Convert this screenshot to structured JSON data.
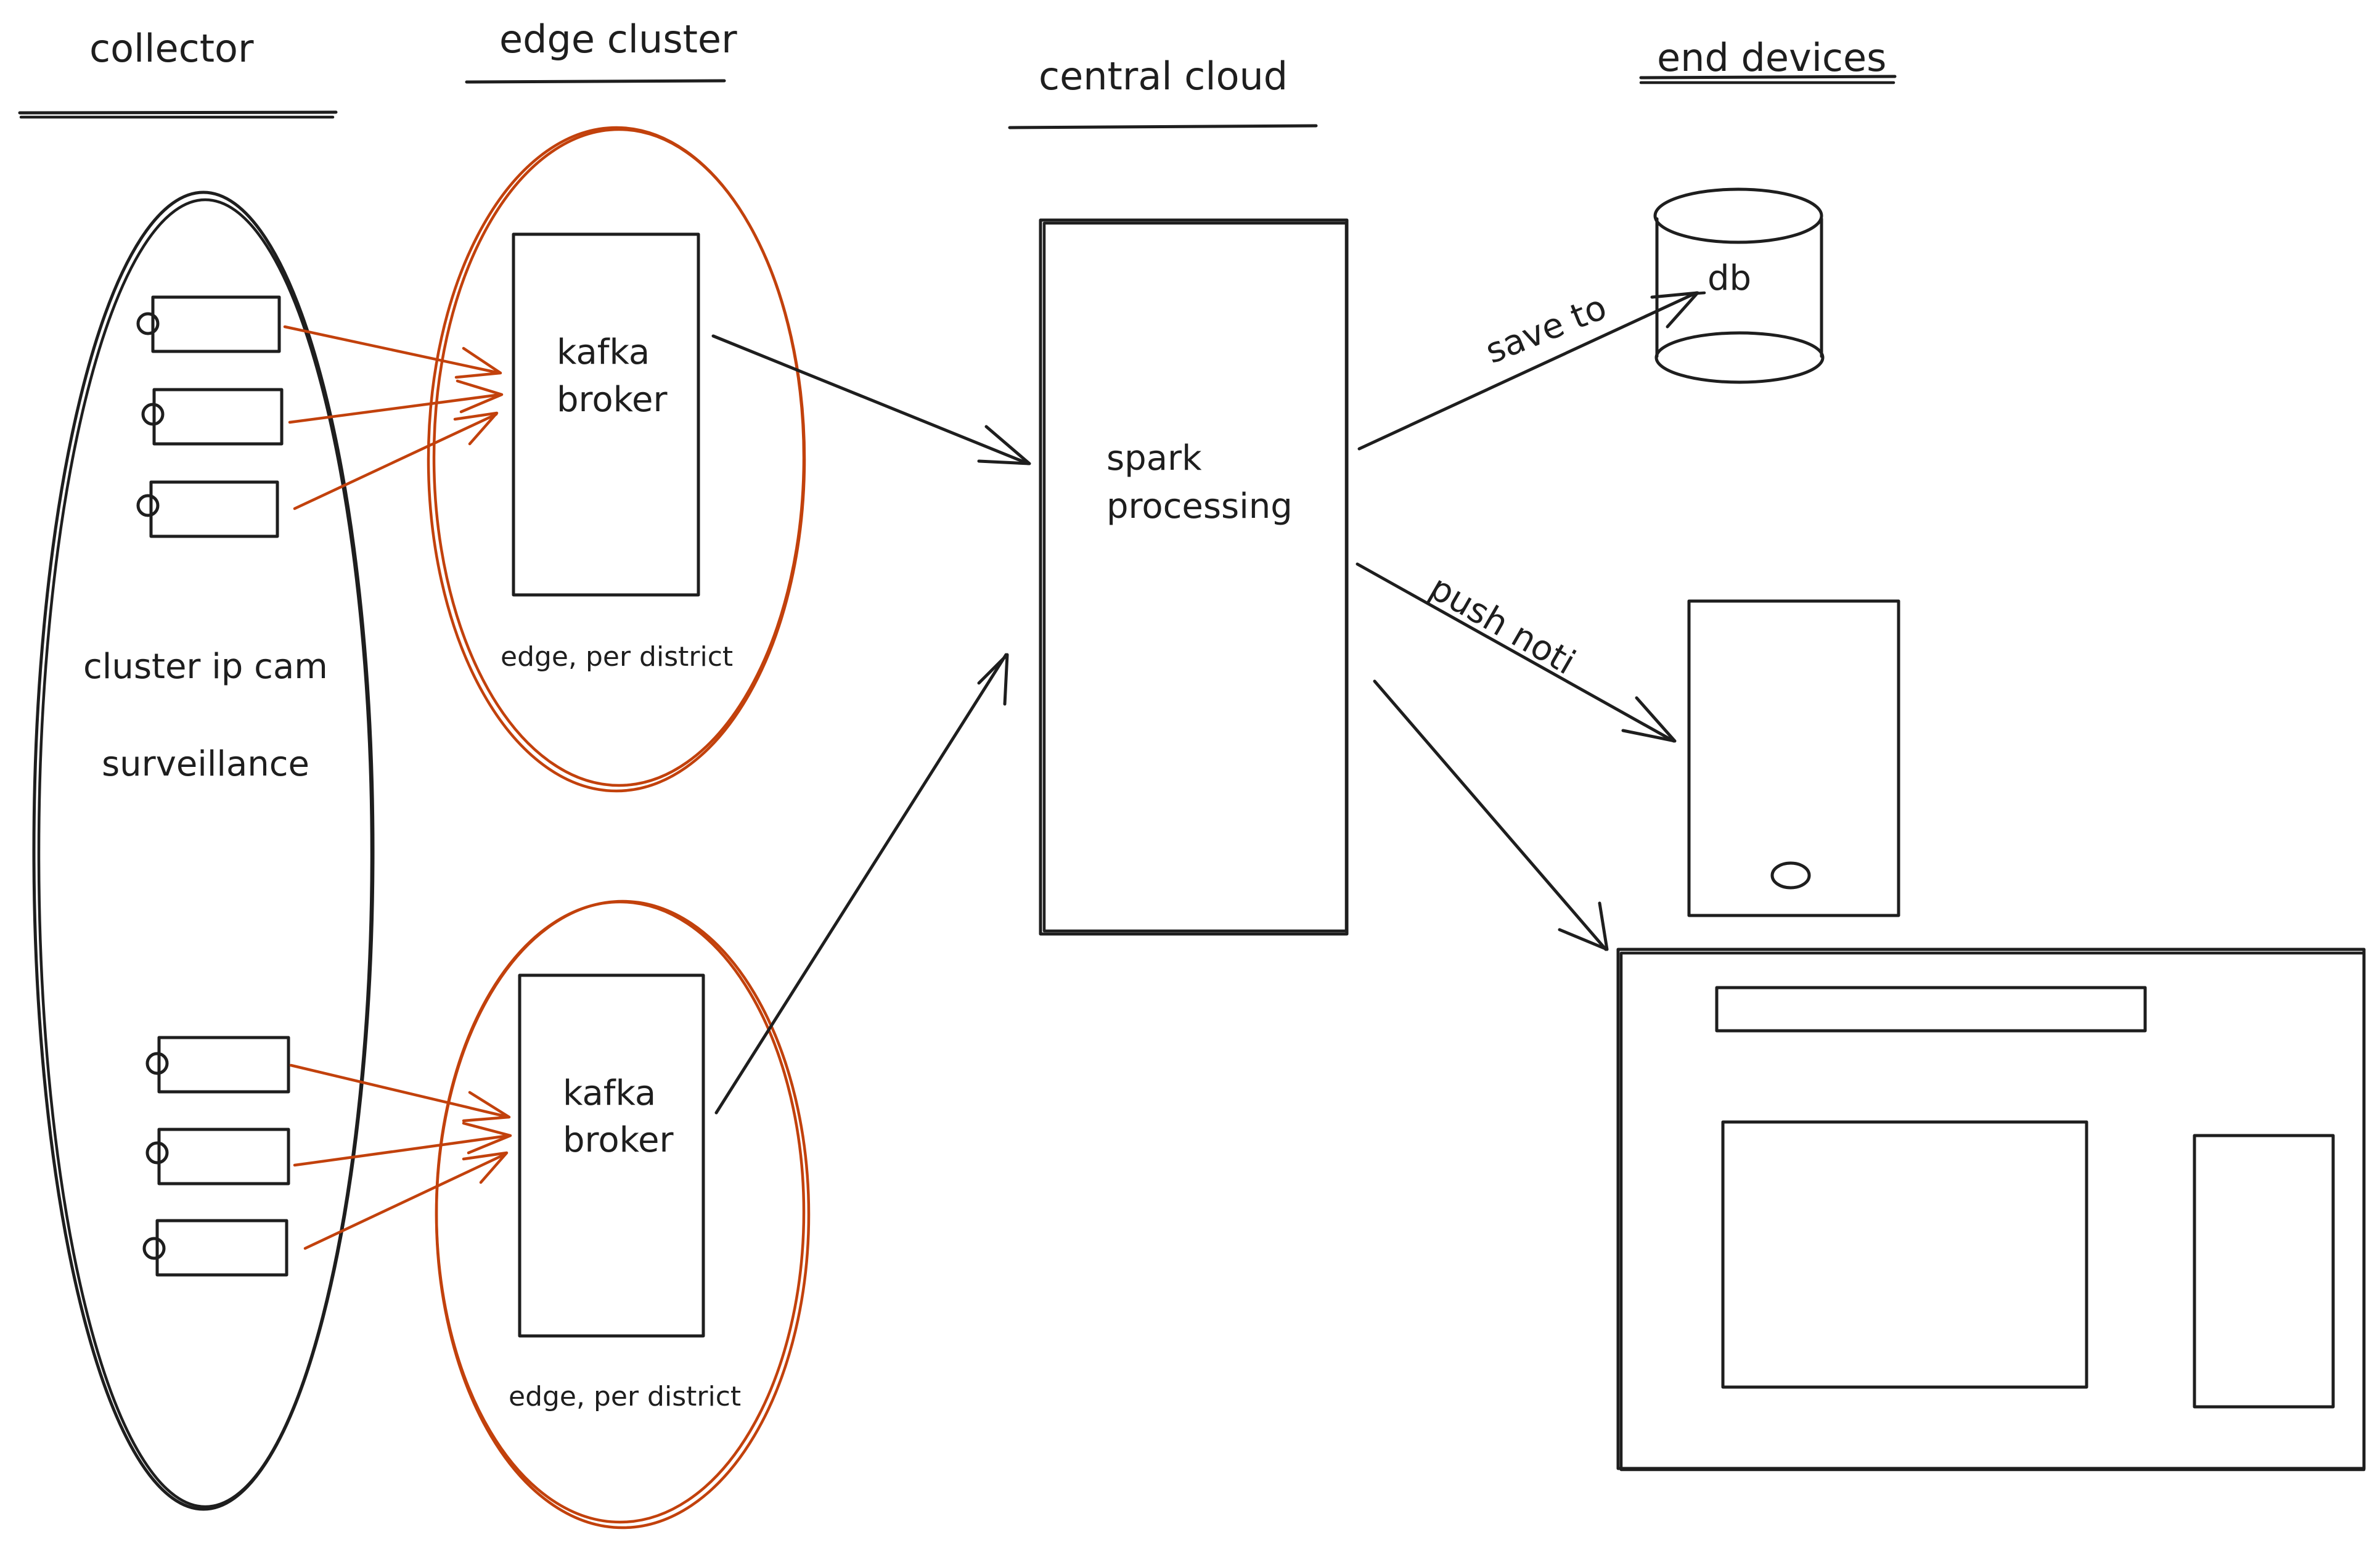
{
  "headers": {
    "collector": "collector",
    "edge_cluster": "edge cluster",
    "central_cloud": "central cloud",
    "end_devices": "end devices"
  },
  "collector": {
    "label_line1": "cluster ip cam",
    "label_line2": "surveillance"
  },
  "edge": {
    "top": {
      "broker_line1": "kafka",
      "broker_line2": "broker",
      "caption": "edge, per district"
    },
    "bottom": {
      "broker_line1": "kafka",
      "broker_line2": "broker",
      "caption": "edge, per district"
    }
  },
  "cloud": {
    "line1": "spark",
    "line2": "processing"
  },
  "end_devices": {
    "db_label": "db"
  },
  "arrows": {
    "save_to": "save to",
    "push_noti": "push noti"
  },
  "colors": {
    "ink": "#1e1e1e",
    "edge_accent": "#c2410c",
    "background": "#ffffff"
  }
}
